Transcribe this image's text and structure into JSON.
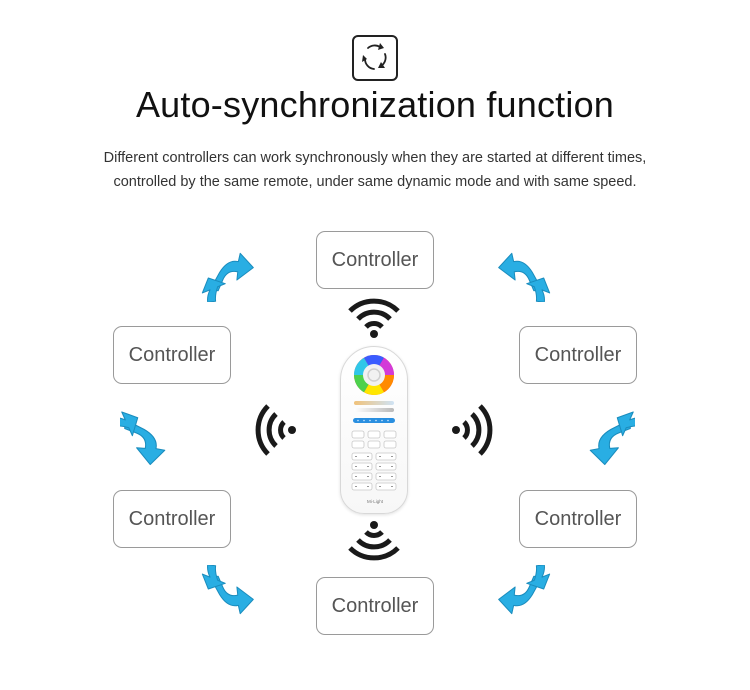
{
  "header": {
    "title": "Auto-synchronization function",
    "description_lines": [
      "Different controllers can work synchronously when they are started at different times,",
      "controlled by the same remote, under same dynamic mode and with same speed."
    ]
  },
  "controllers": {
    "top": "Controller",
    "upper_left": "Controller",
    "upper_right": "Controller",
    "lower_left": "Controller",
    "lower_right": "Controller",
    "bottom": "Controller"
  },
  "remote": {
    "brand": "Mi·Light"
  },
  "colors": {
    "arrow": "#29aee3",
    "arrow_outline": "#1a8cbd",
    "wave": "#1a1a1a",
    "border": "#9a9a9a"
  },
  "icons": [
    "sync-icon",
    "double-arrow-icon",
    "wifi-signal-icon",
    "remote-control-icon"
  ]
}
